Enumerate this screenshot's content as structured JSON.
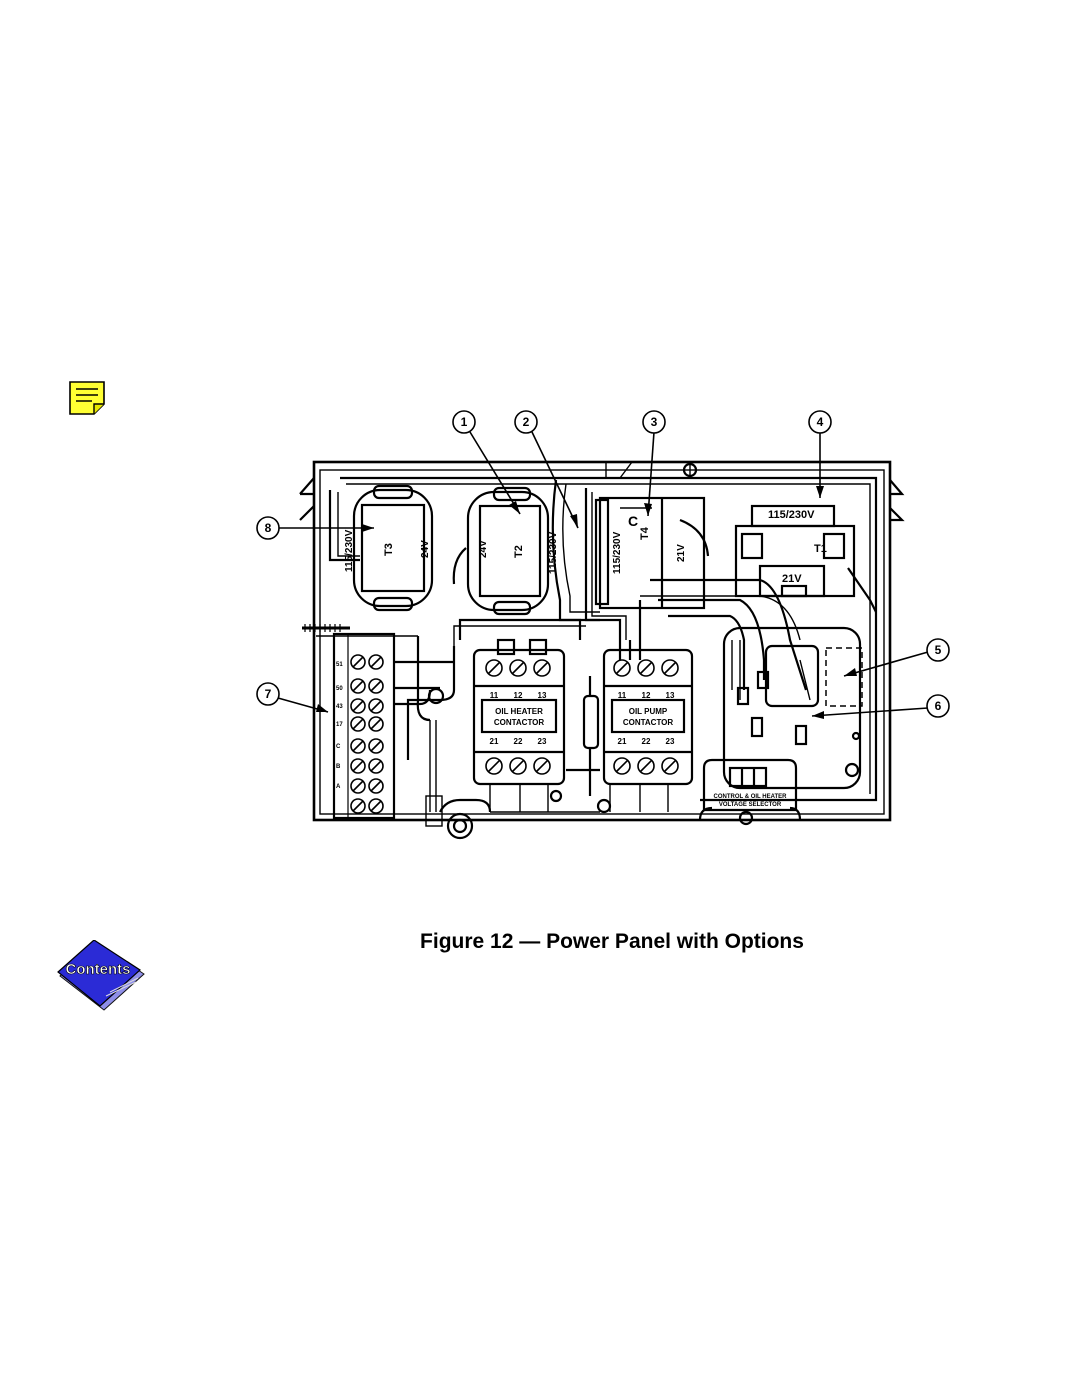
{
  "caption": "Figure 12 — Power Panel with Options",
  "icons": {
    "note": "note-icon",
    "contents": "contents-icon",
    "contents_label": "Contents"
  },
  "callouts": [
    "1",
    "2",
    "3",
    "4",
    "5",
    "6",
    "7",
    "8"
  ],
  "transformers": {
    "t3": {
      "id": "T3",
      "primary": "115/230V",
      "secondary": "24V"
    },
    "t2": {
      "id": "T2",
      "primary": "115/230V",
      "secondary": "24V"
    },
    "t4": {
      "id": "T4",
      "primary": "115/230V",
      "secondary": "21V",
      "marker": "C"
    },
    "t1": {
      "id": "T1",
      "primary": "115/230V",
      "secondary": "21V"
    }
  },
  "contactors": {
    "oil_heater": {
      "line1": "OIL HEATER",
      "line2": "CONTACTOR",
      "top": [
        "11",
        "12",
        "13"
      ],
      "bottom": [
        "21",
        "22",
        "23"
      ]
    },
    "oil_pump": {
      "line1": "OIL PUMP",
      "line2": "CONTACTOR",
      "top": [
        "11",
        "12",
        "13"
      ],
      "bottom": [
        "21",
        "22",
        "23"
      ]
    }
  },
  "terminal_labels": [
    "51",
    "50",
    "43",
    "17",
    "C",
    "B",
    "A"
  ],
  "selector": {
    "line1": "CONTROL & OIL HEATER",
    "line2": "VOLTAGE SELECTOR"
  },
  "colors": {
    "ink": "#000000",
    "note_fill": "#ffff33",
    "contents_fill": "#2b2bd6"
  }
}
